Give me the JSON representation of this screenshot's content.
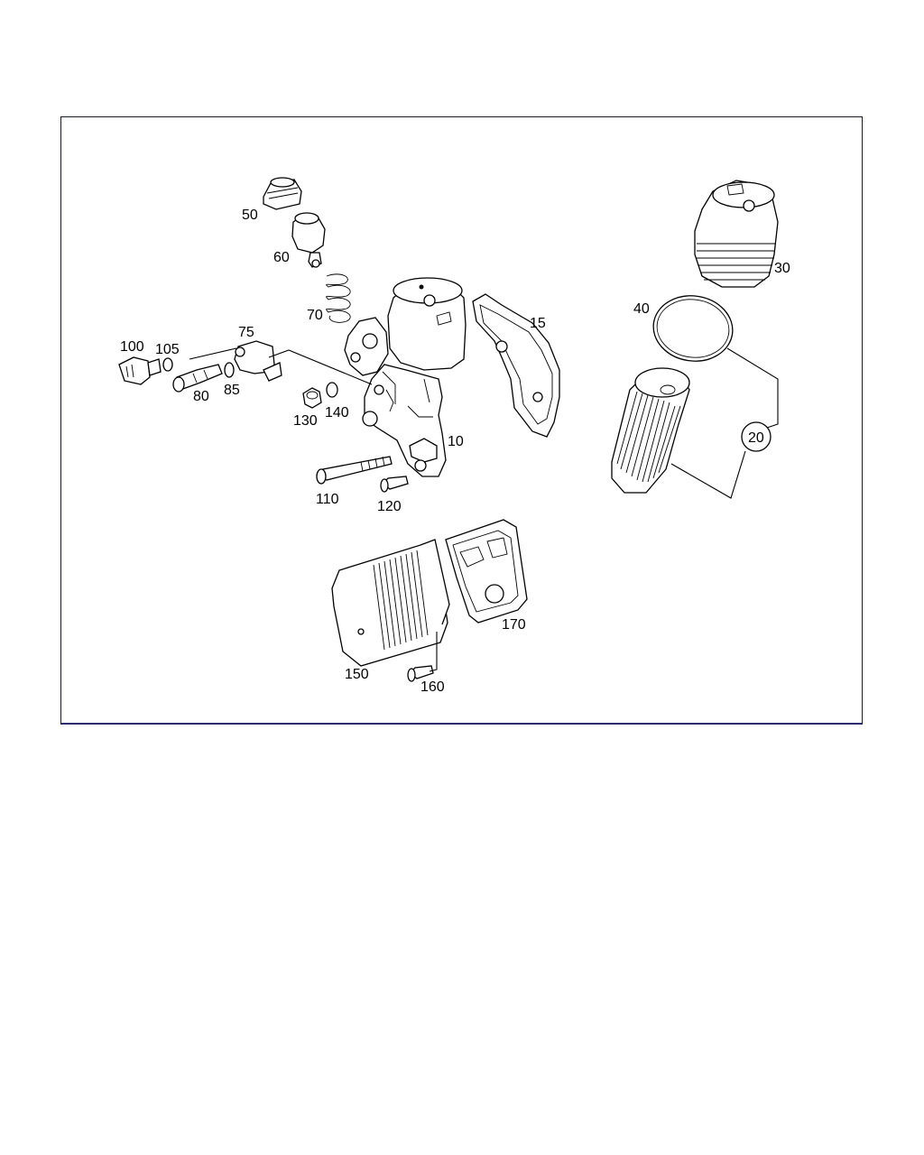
{
  "diagram": {
    "callouts": [
      {
        "id": "10",
        "label": "10"
      },
      {
        "id": "15",
        "label": "15"
      },
      {
        "id": "20",
        "label": "20"
      },
      {
        "id": "30",
        "label": "30"
      },
      {
        "id": "40",
        "label": "40"
      },
      {
        "id": "50",
        "label": "50"
      },
      {
        "id": "60",
        "label": "60"
      },
      {
        "id": "70",
        "label": "70"
      },
      {
        "id": "75",
        "label": "75"
      },
      {
        "id": "80",
        "label": "80"
      },
      {
        "id": "85",
        "label": "85"
      },
      {
        "id": "100",
        "label": "100"
      },
      {
        "id": "105",
        "label": "105"
      },
      {
        "id": "110",
        "label": "110"
      },
      {
        "id": "120",
        "label": "120"
      },
      {
        "id": "130",
        "label": "130"
      },
      {
        "id": "140",
        "label": "140"
      },
      {
        "id": "150",
        "label": "150"
      },
      {
        "id": "160",
        "label": "160"
      },
      {
        "id": "170",
        "label": "170"
      }
    ]
  },
  "colors": {
    "frame": "#1a1a2e",
    "line": "#000000",
    "background": "#ffffff"
  }
}
